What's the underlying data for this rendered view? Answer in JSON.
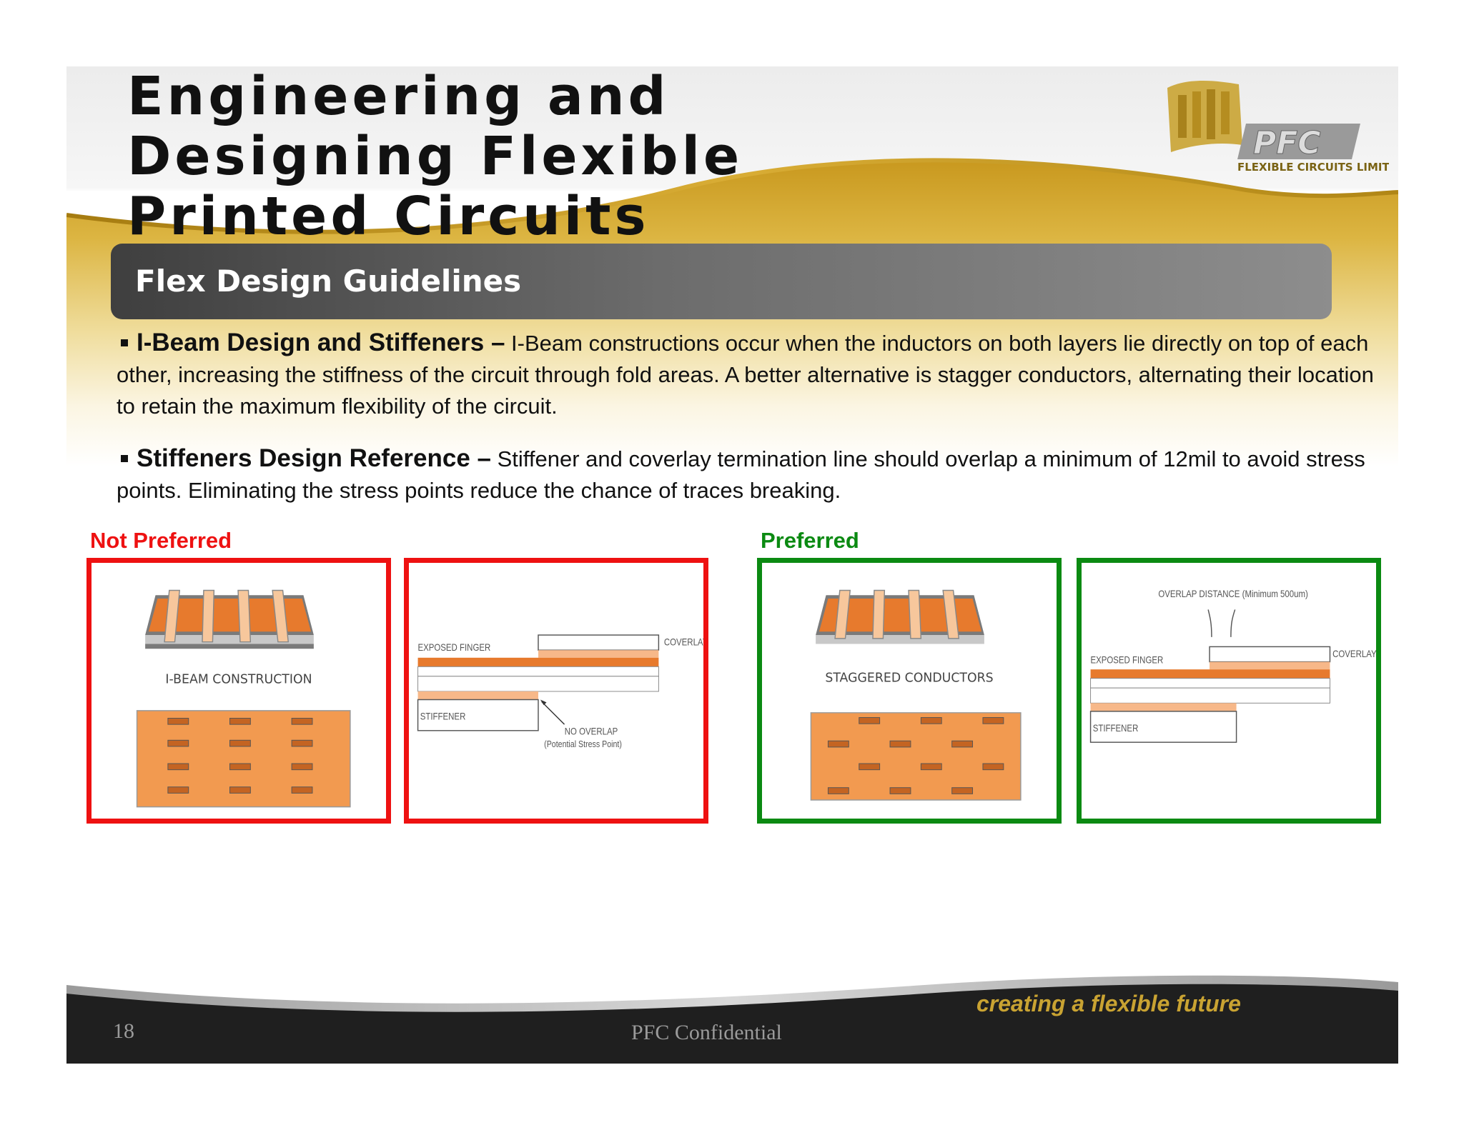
{
  "slide": {
    "title_lines": [
      "Engineering and",
      "Designing Flexible",
      "Printed Circuits"
    ],
    "banner": "Flex Design Guidelines",
    "bullets": [
      {
        "heading": "I-Beam Design and Stiffeners –",
        "text": " I-Beam constructions occur when the inductors on both layers lie directly on top of each other, increasing the stiffness of the circuit through fold areas. A better alternative is stagger conductors, alternating their location to retain the maximum flexibility of the circuit."
      },
      {
        "heading": "Stiffeners Design Reference –",
        "text": " Stiffener and coverlay termination line should overlap a  minimum of 12mil to avoid stress points. Eliminating the stress points reduce the chance of traces breaking."
      }
    ],
    "not_preferred_label": "Not Preferred",
    "preferred_label": "Preferred",
    "diagrams": {
      "ibeam_caption": "I-BEAM CONSTRUCTION",
      "staggered_caption": "STAGGERED CONDUCTORS",
      "exposed_finger": "EXPOSED FINGER",
      "coverlay": "COVERLAY",
      "stiffener": "STIFFENER",
      "no_overlap_1": "NO OVERLAP",
      "no_overlap_2": "(Potential Stress Point)",
      "overlap_distance": "OVERLAP DISTANCE (Minimum 500um)"
    },
    "logo": {
      "brand": "PFC",
      "subtitle": "FLEXIBLE CIRCUITS LIMITED"
    },
    "footer": {
      "page_number": "18",
      "confidential": "PFC Confidential",
      "tagline": "creating a flexible future"
    }
  },
  "colors": {
    "gold": "#d9ad35",
    "not_preferred": "#ee1111",
    "preferred": "#0b8a12",
    "copper": "#f29a50",
    "copper_dark": "#e0742a"
  }
}
